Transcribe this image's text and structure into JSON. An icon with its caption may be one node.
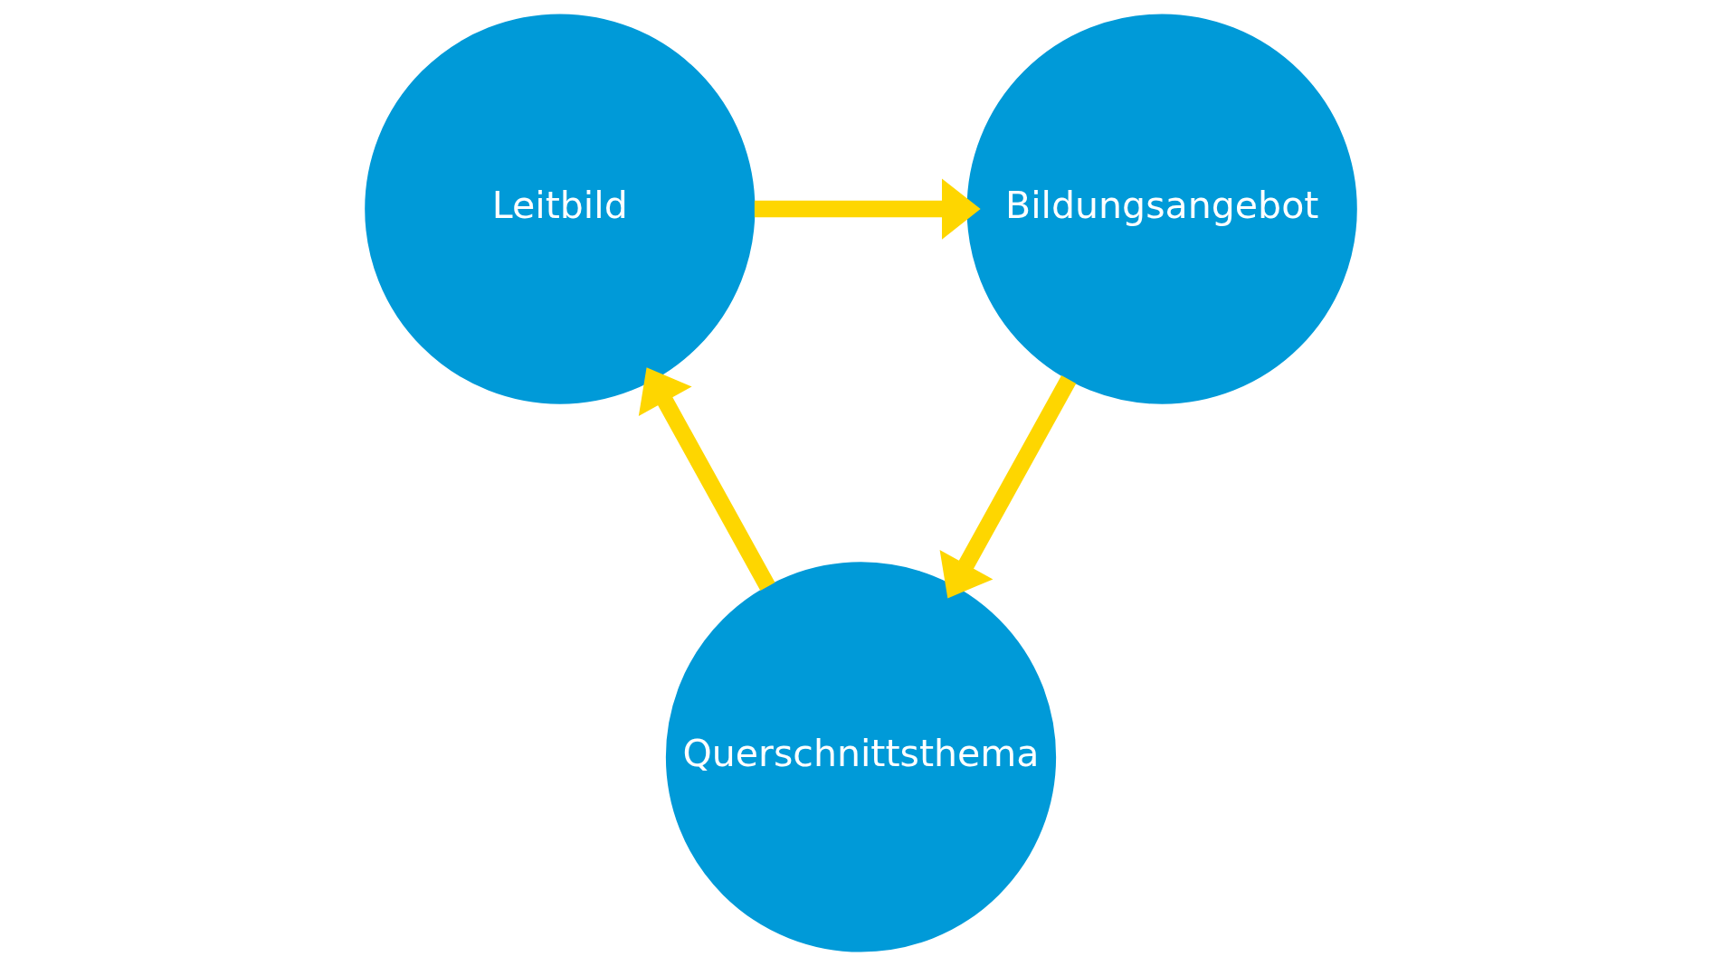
{
  "diagram": {
    "nodes": [
      {
        "text": [
          "Leitbild"
        ]
      },
      {
        "text": [
          "Bildungsangebot"
        ]
      },
      {
        "text": [
          "Querschnittsthema"
        ]
      }
    ],
    "edges": [
      {
        "from": 0,
        "to": 1,
        "arrow": "to"
      },
      {
        "from": 1,
        "to": 2,
        "arrow": "to"
      },
      {
        "from": 2,
        "to": 0,
        "arrow": "to"
      }
    ]
  }
}
